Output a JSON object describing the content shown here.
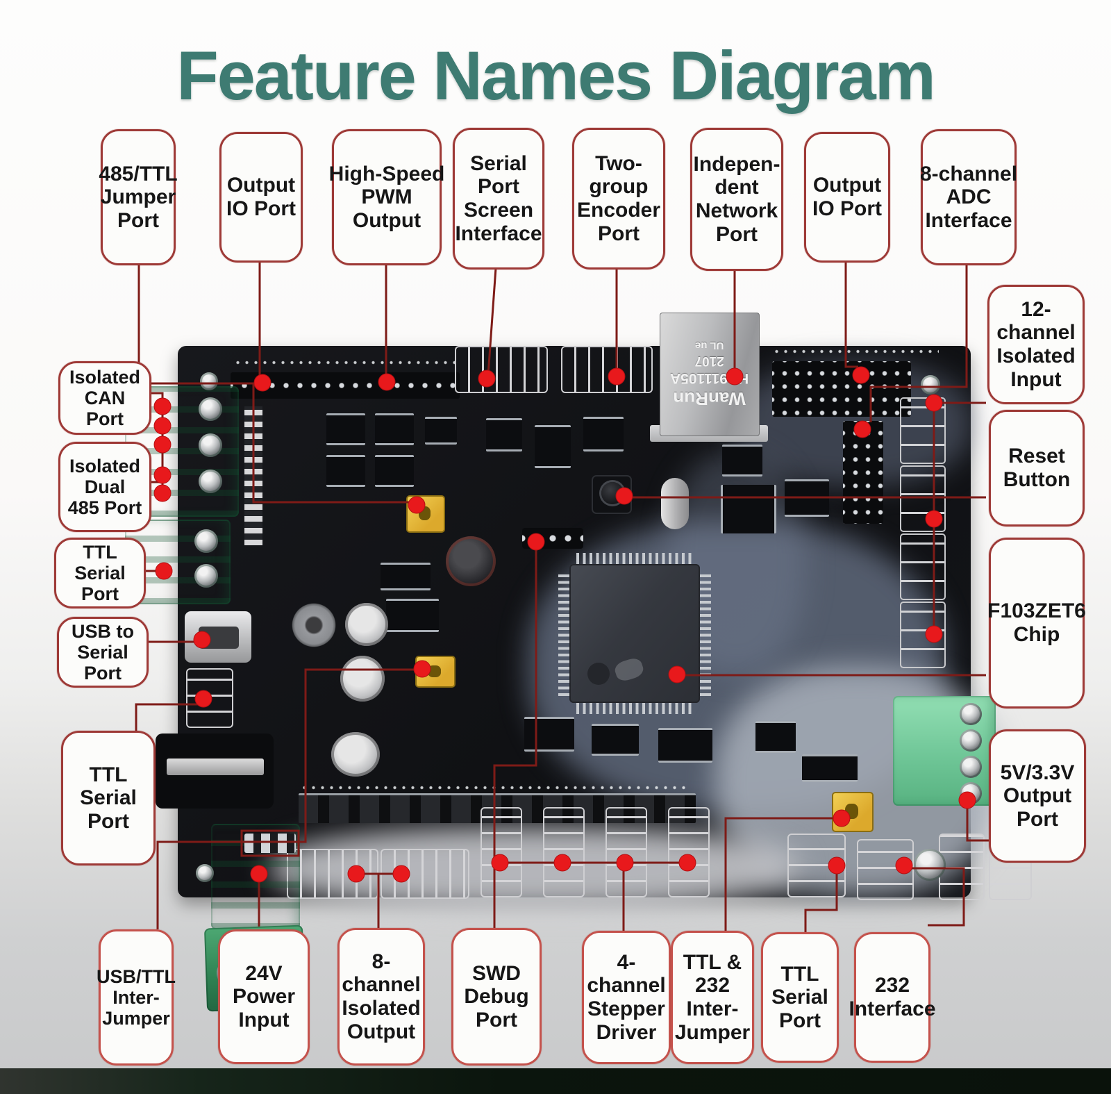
{
  "title": {
    "text": "Feature Names Diagram"
  },
  "colors": {
    "title": "#3e7b72",
    "label_border": "#9e3a37",
    "label_border_bottom_row": "#c4524c",
    "leader_line": "#7e1b17",
    "dot": "#e8191c",
    "pcb": "#141519",
    "terminal_green": "#6fc697",
    "jumper_yellow": "#e8c23a",
    "top_bar_green": "#1c4520"
  },
  "network_jack": {
    "lines": [
      "WanRun",
      "HR911105A",
      "2107",
      "UL ue"
    ]
  },
  "labels": {
    "top": [
      {
        "id": "485-ttl-jumper-port",
        "text": "485/TTL\nJumper\nPort"
      },
      {
        "id": "output-io-port-left",
        "text": "Output\nIO Port"
      },
      {
        "id": "high-speed-pwm-output",
        "text": "High-Speed\nPWM\nOutput"
      },
      {
        "id": "serial-port-screen-interface",
        "text": "Serial\nPort\nScreen\nInterface"
      },
      {
        "id": "two-group-encoder-port",
        "text": "Two-\ngroup\nEncoder\nPort"
      },
      {
        "id": "independent-network-port",
        "text": "Indepen-\ndent\nNetwork\nPort"
      },
      {
        "id": "output-io-port-right",
        "text": "Output\nIO Port"
      },
      {
        "id": "8-channel-adc-interface",
        "text": "8-channel\nADC\nInterface"
      }
    ],
    "right": [
      {
        "id": "12-channel-isolated-input",
        "text": "12-\nchannel\nIsolated\nInput"
      },
      {
        "id": "reset-button",
        "text": "Reset\nButton"
      },
      {
        "id": "f103zet6-chip",
        "text": "F103ZET6\nChip"
      },
      {
        "id": "5v-3v3-output-port",
        "text": "5V/3.3V\nOutput\nPort"
      }
    ],
    "left": [
      {
        "id": "isolated-can-port",
        "text": "Isolated\nCAN\nPort"
      },
      {
        "id": "isolated-dual-485-port",
        "text": "Isolated\nDual\n485 Port"
      },
      {
        "id": "ttl-serial-port-upper",
        "text": "TTL\nSerial\nPort"
      },
      {
        "id": "usb-to-serial-port",
        "text": "USB to\nSerial\nPort"
      },
      {
        "id": "ttl-serial-port-lower",
        "text": "TTL\nSerial\nPort"
      }
    ],
    "bottom": [
      {
        "id": "usb-ttl-inter-jumper",
        "text": "USB/TTL\nInter-\nJumper"
      },
      {
        "id": "24v-power-input",
        "text": "24V\nPower\nInput"
      },
      {
        "id": "8-channel-isolated-output",
        "text": "8-\nchannel\nIsolated\nOutput"
      },
      {
        "id": "swd-debug-port",
        "text": "SWD\nDebug\nPort"
      },
      {
        "id": "4-channel-stepper-driver",
        "text": "4-\nchannel\nStepper\nDriver"
      },
      {
        "id": "ttl-232-inter-jumper",
        "text": "TTL &\n232\nInter-\nJumper"
      },
      {
        "id": "ttl-serial-port-bottom",
        "text": "TTL\nSerial\nPort"
      },
      {
        "id": "232-interface",
        "text": "232\nInterface"
      }
    ]
  }
}
